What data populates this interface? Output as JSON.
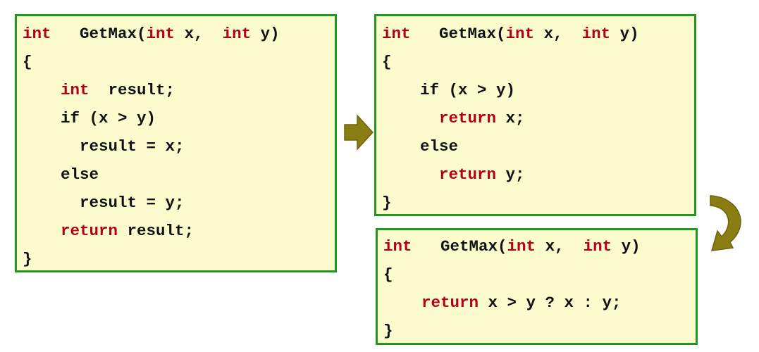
{
  "colors": {
    "box_background": "#fbfbcd",
    "box_border": "#1f9a1f",
    "keyword": "#b0001a",
    "text": "#111111",
    "arrow": "#8a7d12"
  },
  "icons": {
    "right_arrow": "block-arrow-right-icon",
    "curved_arrow": "curved-arrow-down-icon"
  },
  "boxes": [
    {
      "name": "original-version",
      "lines": [
        [
          {
            "t": "int",
            "k": true
          },
          {
            "t": "   GetMax(",
            "k": false
          },
          {
            "t": "int",
            "k": true
          },
          {
            "t": " x,  ",
            "k": false
          },
          {
            "t": "int",
            "k": true
          },
          {
            "t": " y)",
            "k": false
          }
        ],
        [
          {
            "t": "{",
            "k": false
          }
        ],
        [
          {
            "t": "    ",
            "k": false
          },
          {
            "t": "int",
            "k": true
          },
          {
            "t": "  result;",
            "k": false
          }
        ],
        [
          {
            "t": "    if (x > y)",
            "k": false
          }
        ],
        [
          {
            "t": "      result = x;",
            "k": false
          }
        ],
        [
          {
            "t": "    else",
            "k": false
          }
        ],
        [
          {
            "t": "      result = y;",
            "k": false
          }
        ],
        [
          {
            "t": "    ",
            "k": false
          },
          {
            "t": "return",
            "k": true
          },
          {
            "t": " result;",
            "k": false
          }
        ],
        [
          {
            "t": "}",
            "k": false
          }
        ]
      ]
    },
    {
      "name": "early-return-version",
      "lines": [
        [
          {
            "t": "int",
            "k": true
          },
          {
            "t": "   GetMax(",
            "k": false
          },
          {
            "t": "int",
            "k": true
          },
          {
            "t": " x,  ",
            "k": false
          },
          {
            "t": "int",
            "k": true
          },
          {
            "t": " y)",
            "k": false
          }
        ],
        [
          {
            "t": "{",
            "k": false
          }
        ],
        [
          {
            "t": "    if (x > y)",
            "k": false
          }
        ],
        [
          {
            "t": "      ",
            "k": false
          },
          {
            "t": "return",
            "k": true
          },
          {
            "t": " x;",
            "k": false
          }
        ],
        [
          {
            "t": "    else",
            "k": false
          }
        ],
        [
          {
            "t": "      ",
            "k": false
          },
          {
            "t": "return",
            "k": true
          },
          {
            "t": " y;",
            "k": false
          }
        ],
        [
          {
            "t": "}",
            "k": false
          }
        ]
      ]
    },
    {
      "name": "ternary-version",
      "lines": [
        [
          {
            "t": "int",
            "k": true
          },
          {
            "t": "   GetMax(",
            "k": false
          },
          {
            "t": "int",
            "k": true
          },
          {
            "t": " x,  ",
            "k": false
          },
          {
            "t": "int",
            "k": true
          },
          {
            "t": " y)",
            "k": false
          }
        ],
        [
          {
            "t": "{",
            "k": false
          }
        ],
        [
          {
            "t": "    ",
            "k": false
          },
          {
            "t": "return",
            "k": true
          },
          {
            "t": " x > y ? x : y;",
            "k": false
          }
        ],
        [
          {
            "t": "}",
            "k": false
          }
        ]
      ]
    }
  ]
}
